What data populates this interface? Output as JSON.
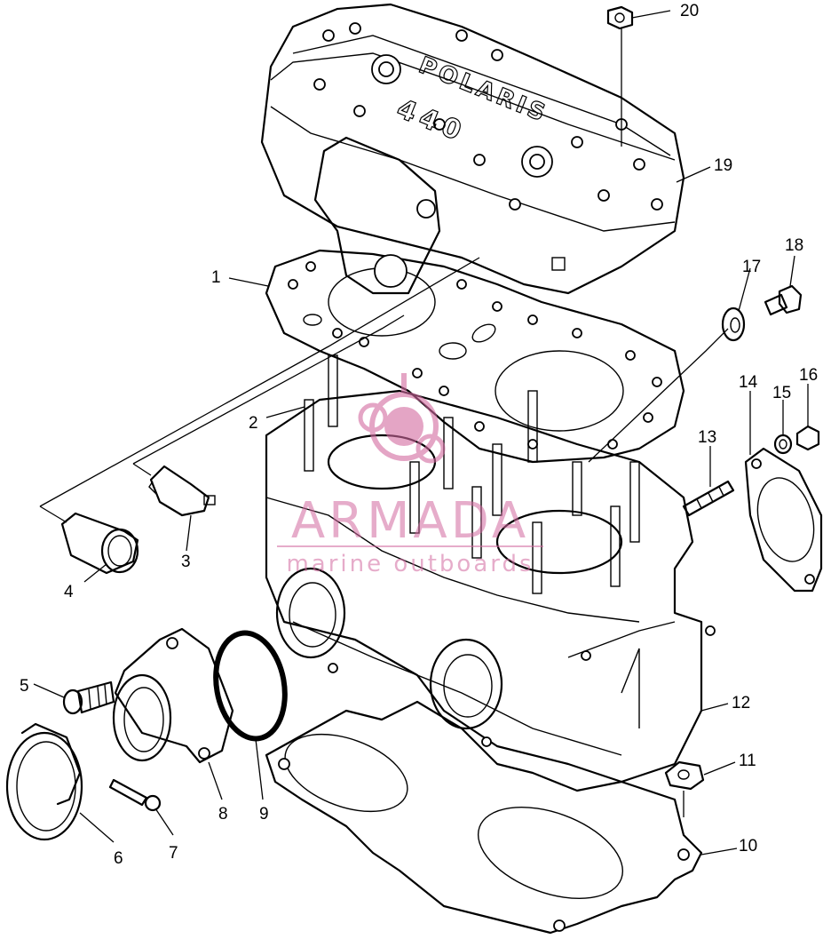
{
  "diagram": {
    "cover_text_brand": "POLARIS",
    "cover_text_model": "440",
    "callouts": [
      "1",
      "2",
      "3",
      "4",
      "5",
      "6",
      "7",
      "8",
      "9",
      "10",
      "11",
      "12",
      "13",
      "14",
      "15",
      "16",
      "17",
      "18",
      "19",
      "20"
    ]
  },
  "watermark": {
    "brand": "ARMADA",
    "tagline": "marine outboards",
    "color": "#d36aa0"
  }
}
